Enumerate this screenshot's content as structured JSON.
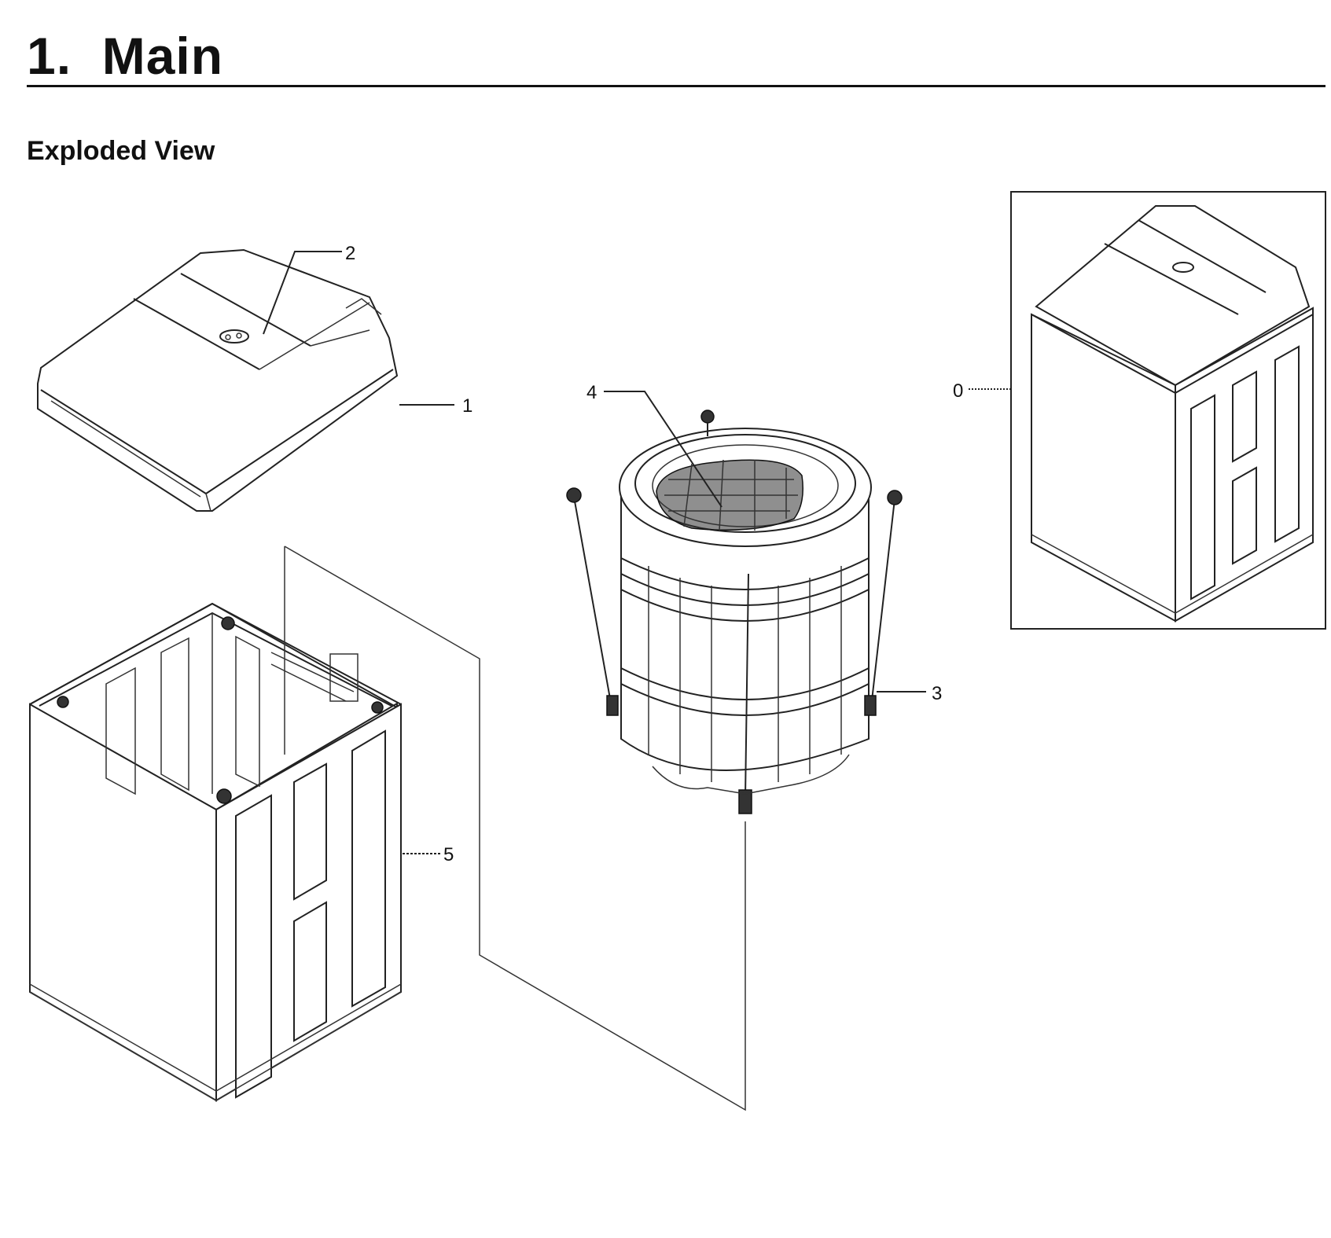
{
  "title": "1.  Main",
  "subtitle": "Exploded View",
  "callouts": {
    "assembly": "0",
    "top_cover": "1",
    "lid": "2",
    "tub": "3",
    "basket": "4",
    "cabinet": "5"
  }
}
